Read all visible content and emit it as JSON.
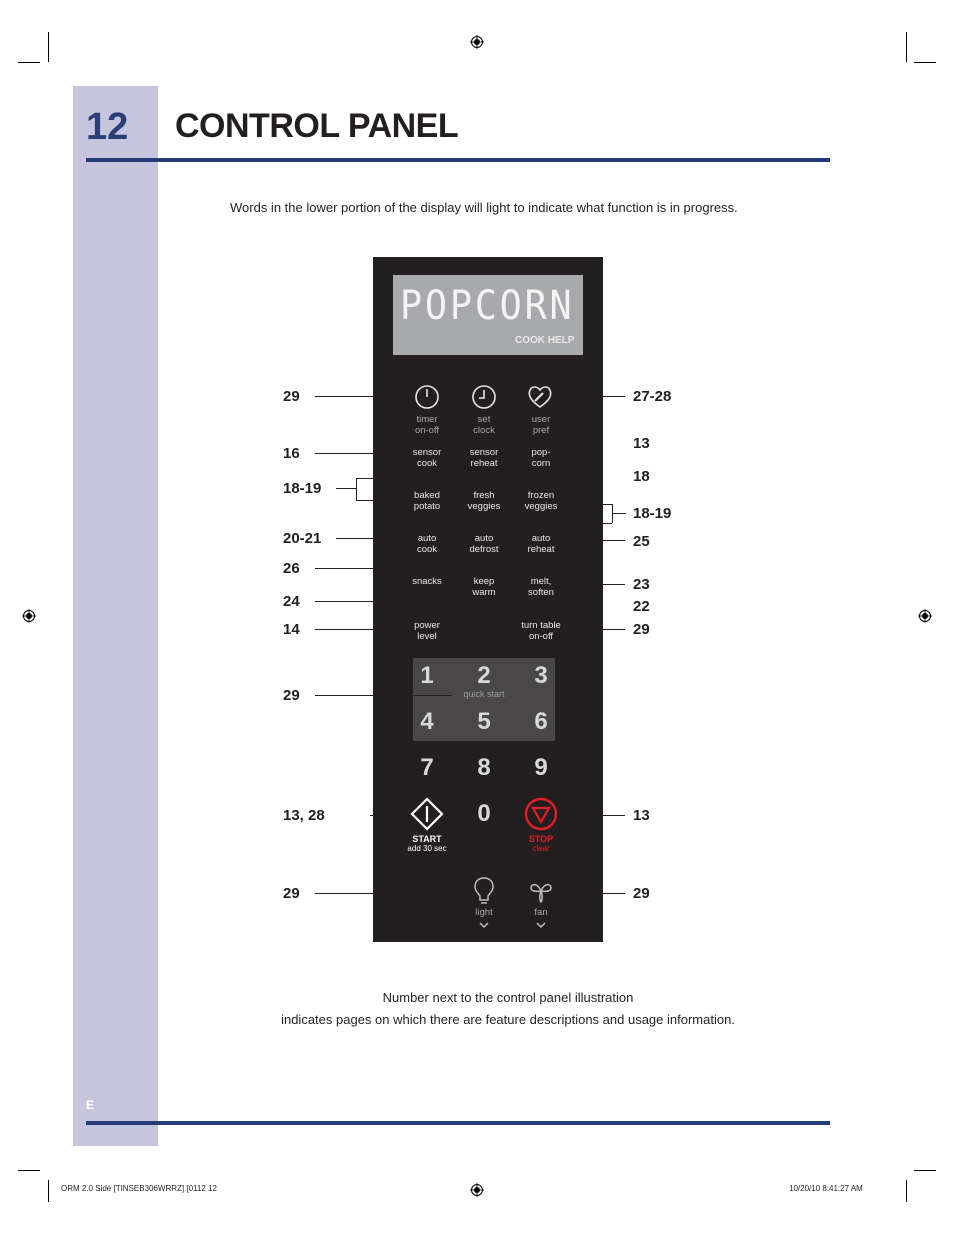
{
  "header": {
    "page_number": "12",
    "title": "CONTROL PANEL"
  },
  "intro": "Words in the lower portion of the display will light to indicate what function is in progress.",
  "display": {
    "text": "POPCORN",
    "indicator": "COOK HELP"
  },
  "keys": {
    "timer": "timer\non-off",
    "clock": "set\nclock",
    "user": "user\npref",
    "sensor_cook": "sensor\ncook",
    "sensor_reheat": "sensor\nreheat",
    "popcorn": "pop-\ncorn",
    "baked_potato": "baked\npotato",
    "fresh_veggies": "fresh\nveggies",
    "frozen_veggies": "frozen\nveggies",
    "auto_cook": "auto\ncook",
    "auto_defrost": "auto\ndefrost",
    "auto_reheat": "auto\nreheat",
    "snacks": "snacks",
    "keep_warm": "keep\nwarm",
    "melt_soften": "melt,\nsoften",
    "power_level": "power\nlevel",
    "turntable": "turn table\non-off",
    "start": "START",
    "start_sub": "add 30 sec",
    "stop": "STOP",
    "stop_sub": "clear",
    "light": "light",
    "fan": "fan",
    "quick_start": "quick start"
  },
  "digits": [
    "1",
    "2",
    "3",
    "4",
    "5",
    "6",
    "7",
    "8",
    "9",
    "0"
  ],
  "callouts": {
    "timer": "29",
    "user": "27-28",
    "clock": "13",
    "sensor_cook": "16",
    "popcorn": "18",
    "left_group": "18-19",
    "right_group": "18-19",
    "auto_cook": "20-21",
    "auto_reheat": "25",
    "auto_defrost": "26",
    "melt": "23",
    "snacks": "24",
    "keep_warm": "22",
    "power": "14",
    "turntable": "29",
    "quick_start": "29",
    "start": "13, 28",
    "stop": "13",
    "light": "29",
    "fan": "29"
  },
  "footer": {
    "line1": "Number next to the control panel illustration",
    "line2": "indicates pages on which there are feature descriptions and usage information.",
    "lang": "E",
    "slug_left": "ORM 2.0 Side [TINSEB306WRRZ] [0112   12",
    "slug_right": "10/20/10   8:41:27 AM"
  },
  "colors": {
    "accent": "#233d78",
    "sidebar": "#c7c4dd",
    "panel": "#231f20",
    "stop": "#e31e24"
  }
}
